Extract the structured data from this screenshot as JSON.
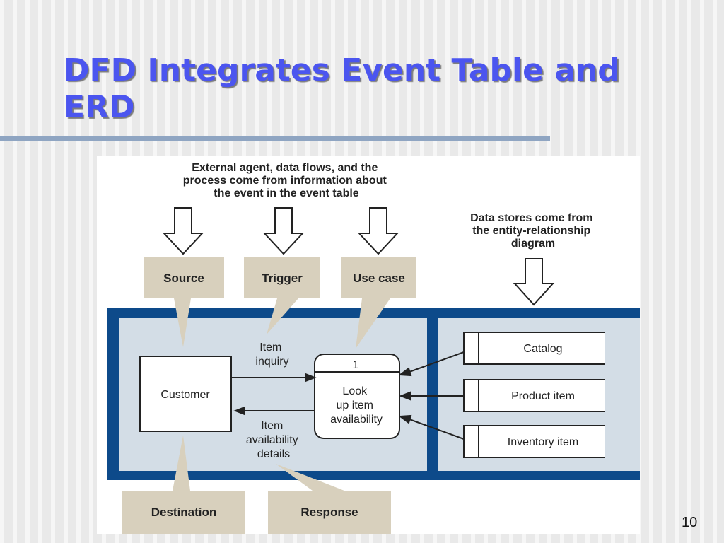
{
  "slide": {
    "title": "DFD Integrates Event Table and ERD",
    "page_number": "10"
  },
  "annotations": {
    "event_table_note": [
      "External agent, data flows, and the",
      "process come from information about",
      "the event in the event table"
    ],
    "erd_note": [
      "Data stores come from",
      "the entity-relationship",
      "diagram"
    ]
  },
  "callouts": {
    "source": "Source",
    "trigger": "Trigger",
    "use_case": "Use case",
    "destination": "Destination",
    "response": "Response"
  },
  "dfd": {
    "external_agent": "Customer",
    "process": {
      "number": "1",
      "name_lines": [
        "Look",
        "up item",
        "availability"
      ]
    },
    "flows": {
      "inbound_lines": [
        "Item",
        "inquiry"
      ],
      "outbound_lines": [
        "Item",
        "availability",
        "details"
      ]
    },
    "data_stores": [
      "Catalog",
      "Product item",
      "Inventory item"
    ]
  },
  "colors": {
    "frame": "#0d4a8a",
    "panel": "#d3dde6",
    "callout": "#d8d0bd",
    "title": "#4b55ef",
    "rule": "#8fa5c2"
  }
}
